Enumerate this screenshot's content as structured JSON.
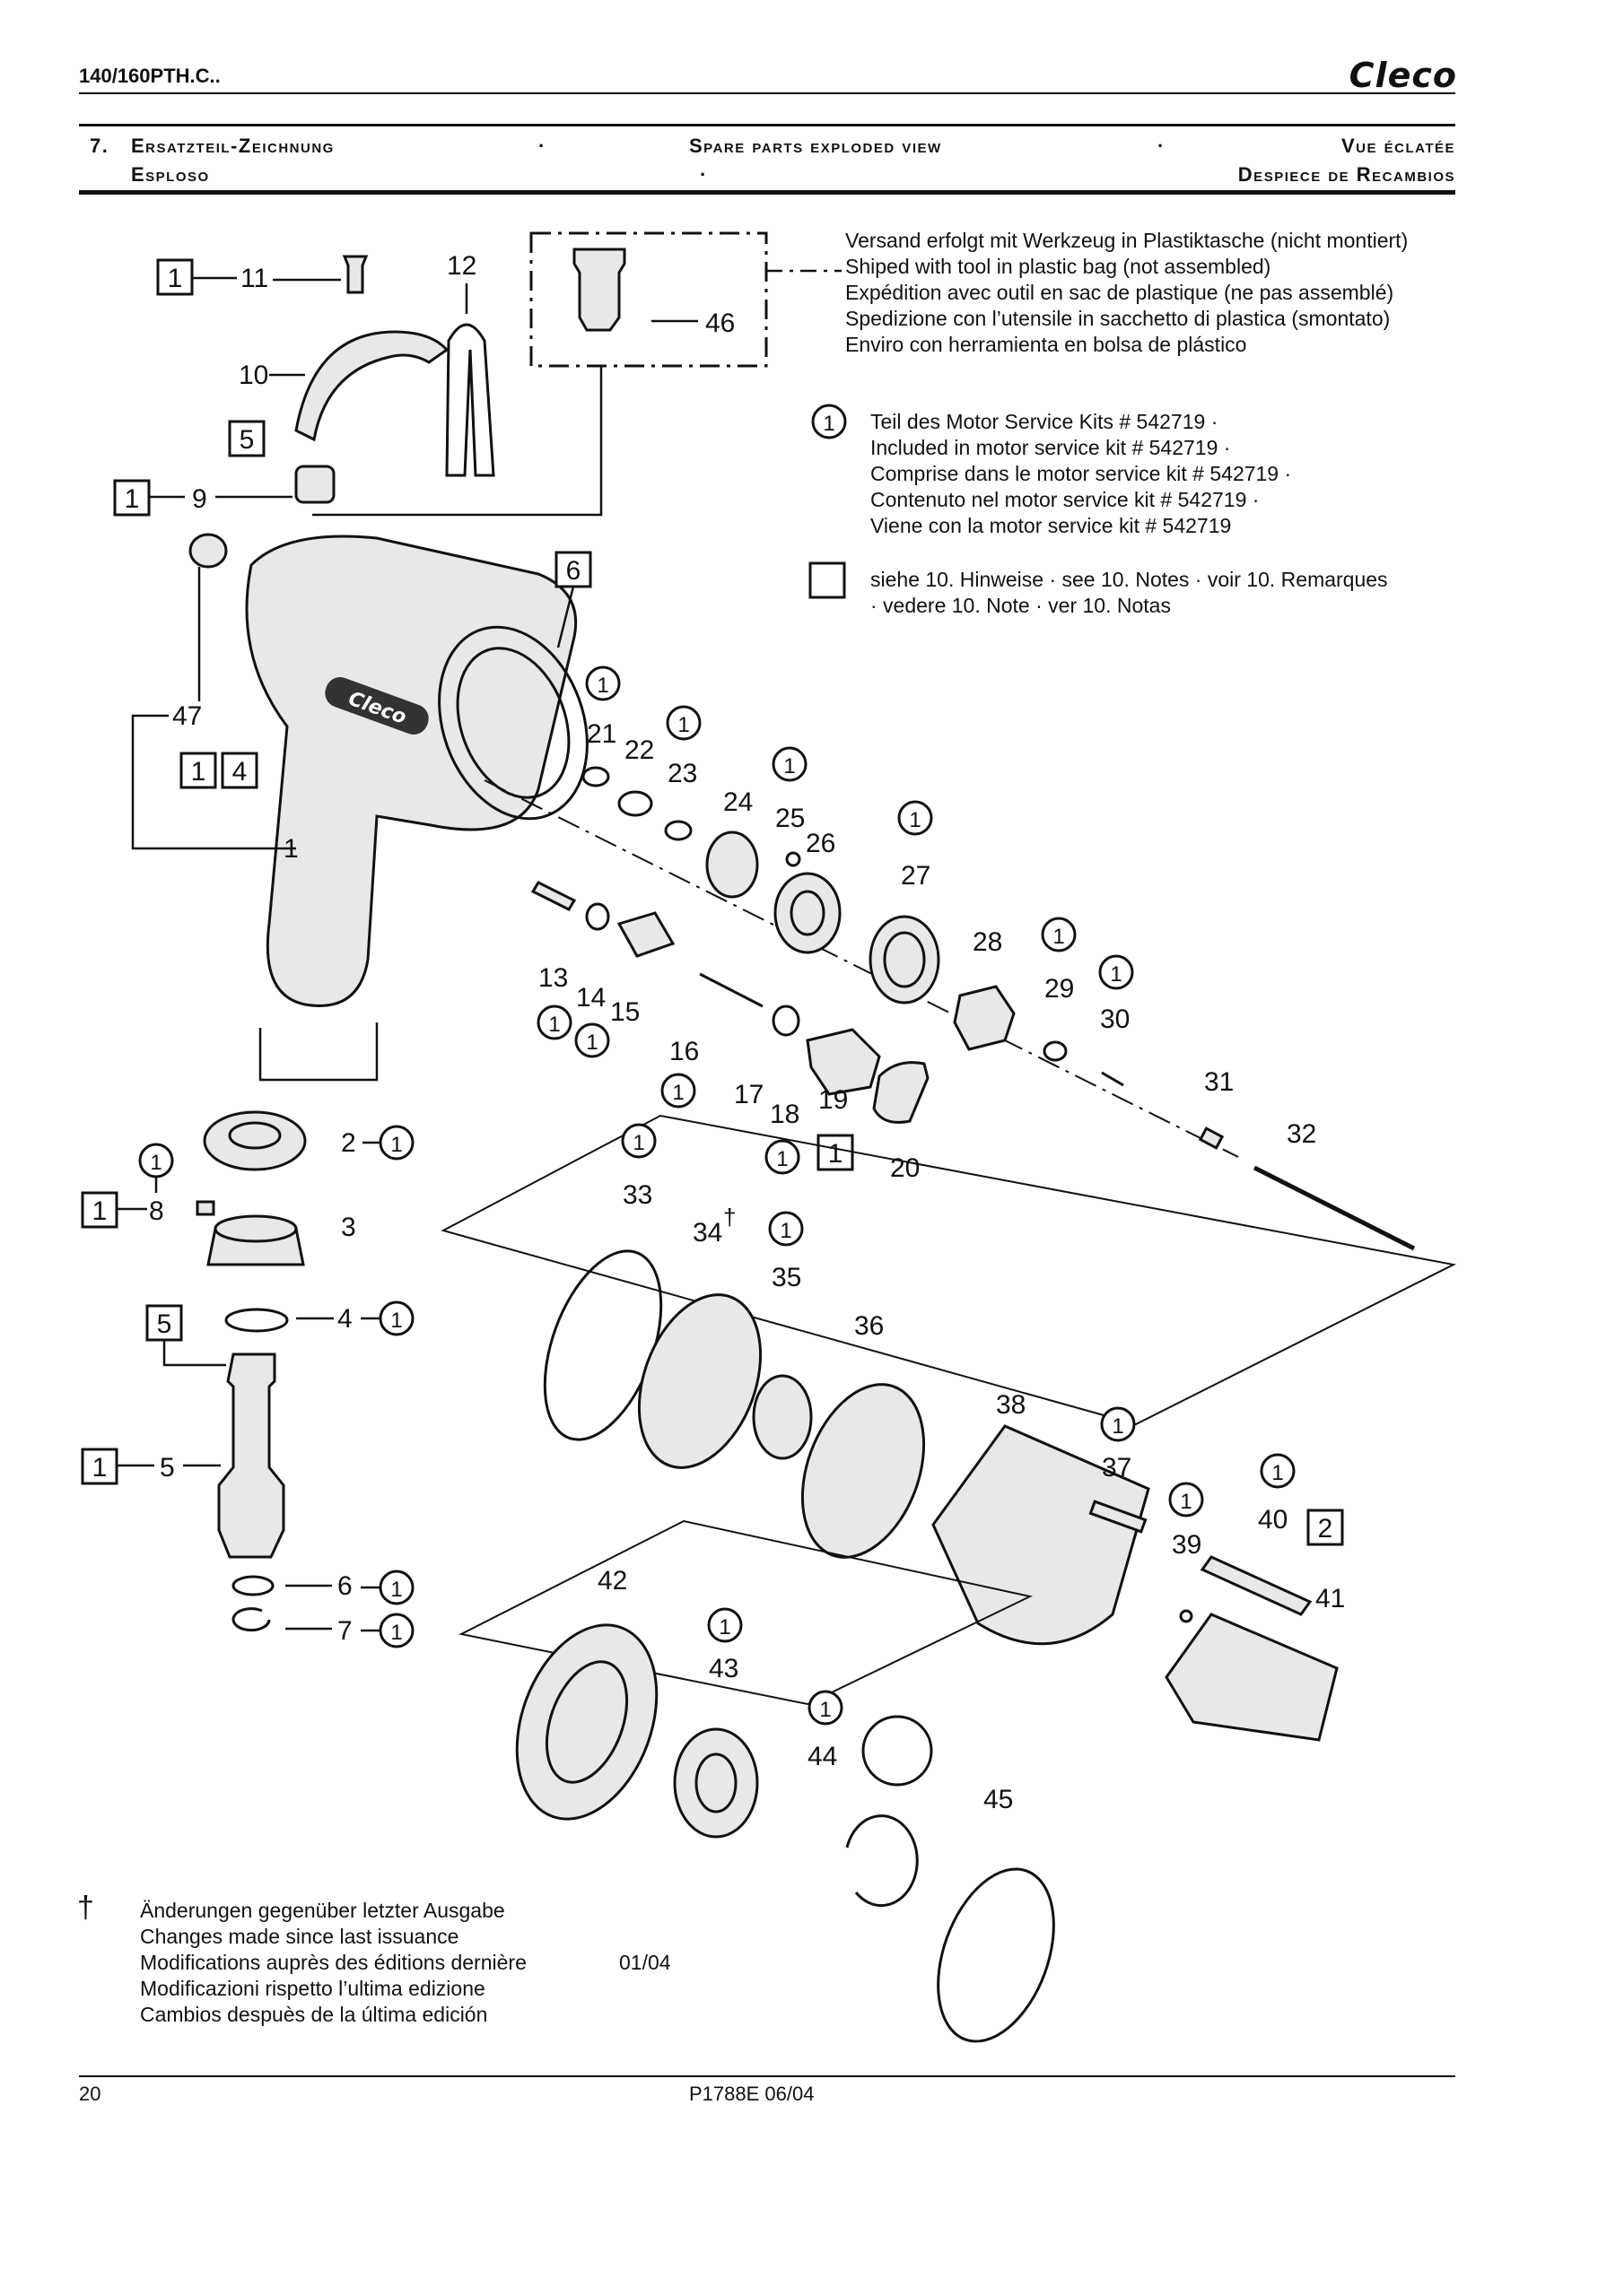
{
  "header": {
    "model": "140/160PTH.C..",
    "logo": "Cleco"
  },
  "section": {
    "number": "7.",
    "title_de": "Ersatzteil-Zeichnung",
    "sep1": "·",
    "title_en": "Spare parts exploded view",
    "sep2": "·",
    "title_fr": "Vue éclatée",
    "title_it": "Esploso",
    "sep3": "·",
    "title_es": "Despiece de Recambios"
  },
  "shipping_note": [
    "Versand erfolgt mit Werkzeug in Plastiktasche (nicht montiert)",
    "Shiped with tool in plastic bag (not assembled)",
    "Expédition avec outil en sac de plastique (ne pas assemblé)",
    "Spedizione con l’utensile in sacchetto di plastica (smontato)",
    "Enviro con herramienta en bolsa de plástico"
  ],
  "kit_legend": {
    "symbol": "1",
    "lines": [
      "Teil des Motor Service Kits # 542719  ·",
      "Included in motor service kit # 542719  ·",
      "Comprise dans le motor service kit  # 542719  ·",
      "Contenuto nel motor service kit # 542719  ·",
      "Viene con la motor service kit # 542719"
    ]
  },
  "notes_legend": {
    "lines": [
      "siehe 10. Hinweise  ·  see 10. Notes  ·  voir 10. Remarques",
      "·  vedere 10. Note  ·  ver 10. Notas"
    ]
  },
  "parts": {
    "p1": "1",
    "p2": "2",
    "p3": "3",
    "p4": "4",
    "p5": "5",
    "p6": "6",
    "p7": "7",
    "p8": "8",
    "p9": "9",
    "p10": "10",
    "p11": "11",
    "p12": "12",
    "p13": "13",
    "p14": "14",
    "p15": "15",
    "p16": "16",
    "p17": "17",
    "p18": "18",
    "p19": "19",
    "p20": "20",
    "p21": "21",
    "p22": "22",
    "p23": "23",
    "p24": "24",
    "p25": "25",
    "p26": "26",
    "p27": "27",
    "p28": "28",
    "p29": "29",
    "p30": "30",
    "p31": "31",
    "p32": "32",
    "p33": "33",
    "p34": "34",
    "p35": "35",
    "p36": "36",
    "p37": "37",
    "p38": "38",
    "p39": "39",
    "p40": "40",
    "p41": "41",
    "p42": "42",
    "p43": "43",
    "p44": "44",
    "p45": "45",
    "p46": "46",
    "p47": "47"
  },
  "markers": {
    "kit": "1",
    "note1": "1",
    "note2": "2",
    "note4": "4",
    "note5": "5",
    "note6": "6",
    "dagger": "†"
  },
  "changes_note": {
    "symbol": "†",
    "lines": [
      "Änderungen gegenüber letzter Ausgabe",
      "Changes made since last issuance",
      "Modifications auprès des éditions dernière",
      "Modificazioni rispetto l’ultima edizione",
      "Cambios despuès de la última edición"
    ],
    "date": "01/04"
  },
  "footer": {
    "page": "20",
    "doc": "P1788E  06/04"
  }
}
